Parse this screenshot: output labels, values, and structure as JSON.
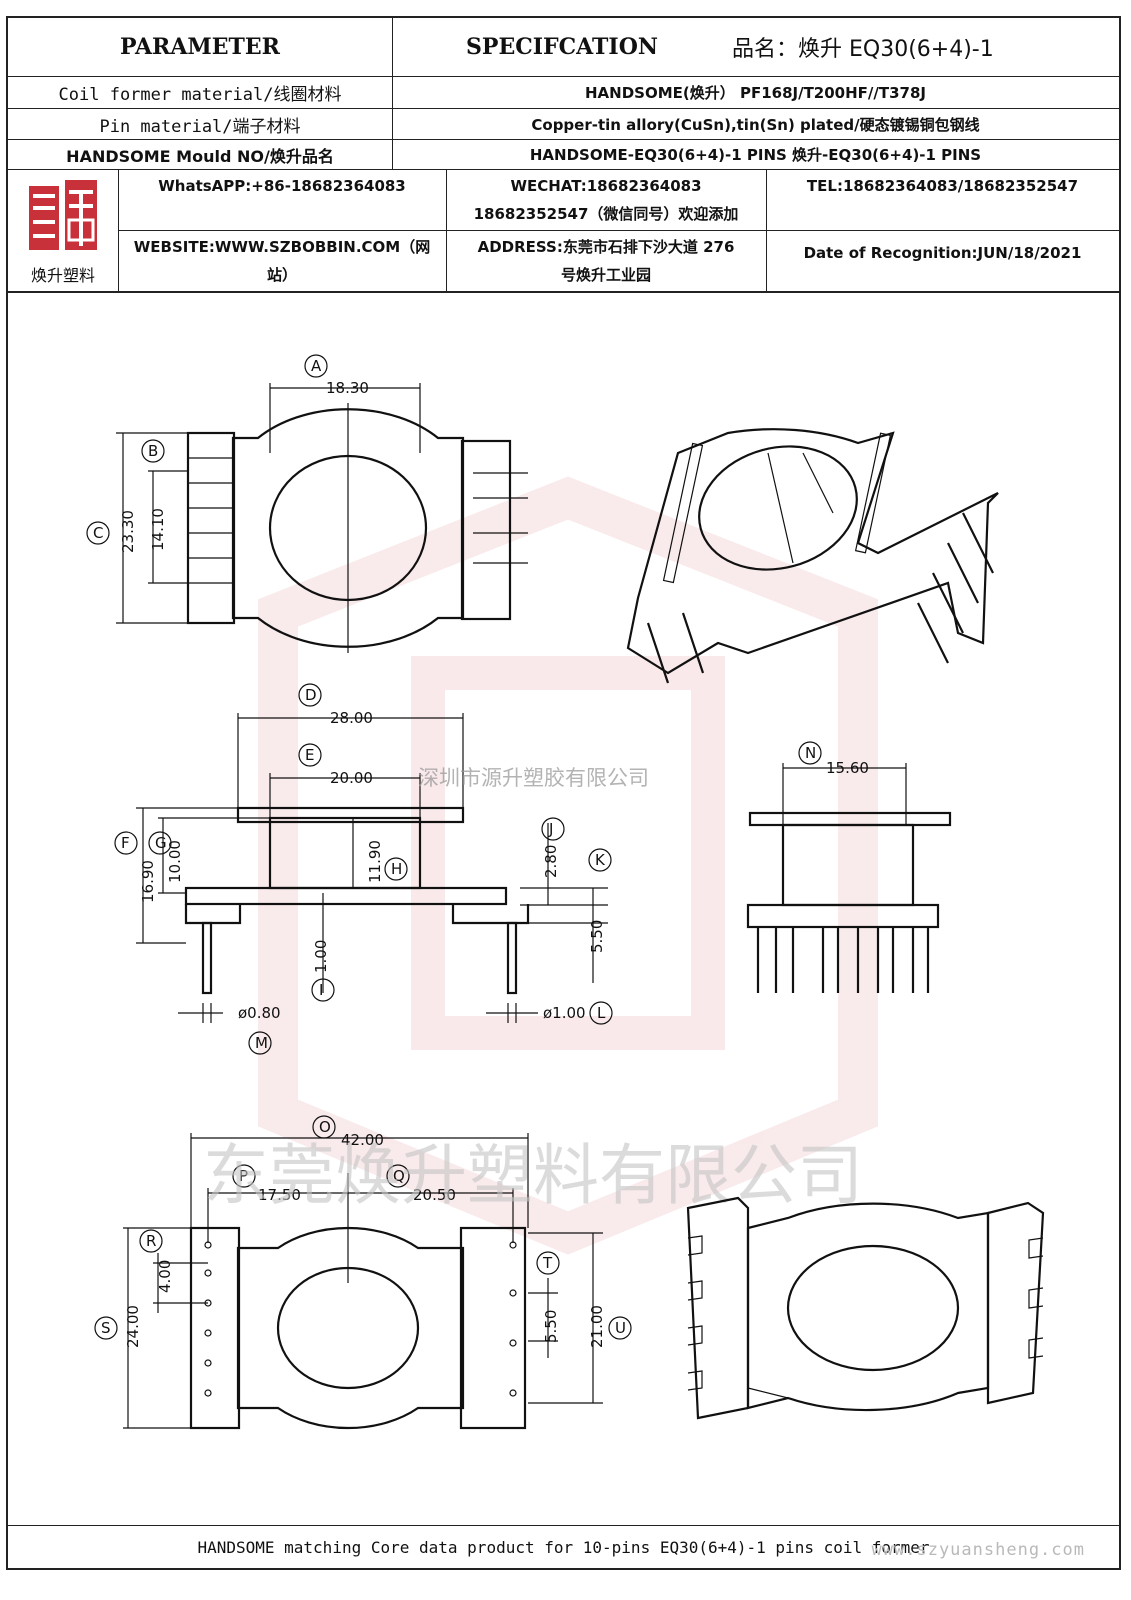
{
  "header": {
    "parameter_label": "PARAMETER",
    "specification_label": "SPECIFCATION",
    "product_name": "品名：焕升 EQ30(6+4)-1"
  },
  "spec_rows": [
    {
      "label": "Coil former material/线圈材料",
      "value": "HANDSOME(焕升） PF168J/T200HF//T378J"
    },
    {
      "label": "Pin material/端子材料",
      "value": "Copper-tin allory(CuSn),tin(Sn) plated/硬态镀锡铜包钢线"
    },
    {
      "label": "HANDSOME Mould NO/焕升品名",
      "value": "HANDSOME-EQ30(6+4)-1 PINS   焕升-EQ30(6+4)-1 PINS"
    }
  ],
  "company": {
    "logo_text": "焕升塑料",
    "whatsapp": "WhatsAPP:+86-18682364083",
    "wechat_line1": "WECHAT:18682364083",
    "wechat_line2": "18682352547（微信同号）欢迎添加",
    "tel": "TEL:18682364083/18682352547",
    "website_line1": "WEBSITE:WWW.SZBOBBIN.COM（网",
    "website_line2": "站）",
    "address_line1": "ADDRESS:东莞市石排下沙大道 276",
    "address_line2": "号焕升工业园",
    "date": "Date of Recognition:JUN/18/2021"
  },
  "dimensions": {
    "A": "18.30",
    "B": "14.10",
    "C": "23.30",
    "D": "28.00",
    "E": "20.00",
    "F": "16.90",
    "G": "10.00",
    "H": "11.90",
    "I": "1.00",
    "J": "2.80",
    "K": "5.50",
    "L": "ø1.00",
    "M": "ø0.80",
    "N": "15.60",
    "O": "42.00",
    "P": "17.50",
    "Q": "20.50",
    "R": "4.00",
    "S": "24.00",
    "T": "5.50",
    "U": "21.00"
  },
  "watermarks": {
    "company_small": "深圳市源升塑胶有限公司",
    "company_large": "东莞焕升塑料有限公司",
    "url": "www.szyuansheng.com"
  },
  "footer": {
    "text": "HANDSOME matching Core data  product for 10-pins EQ30(6+4)-1 pins coil former"
  }
}
